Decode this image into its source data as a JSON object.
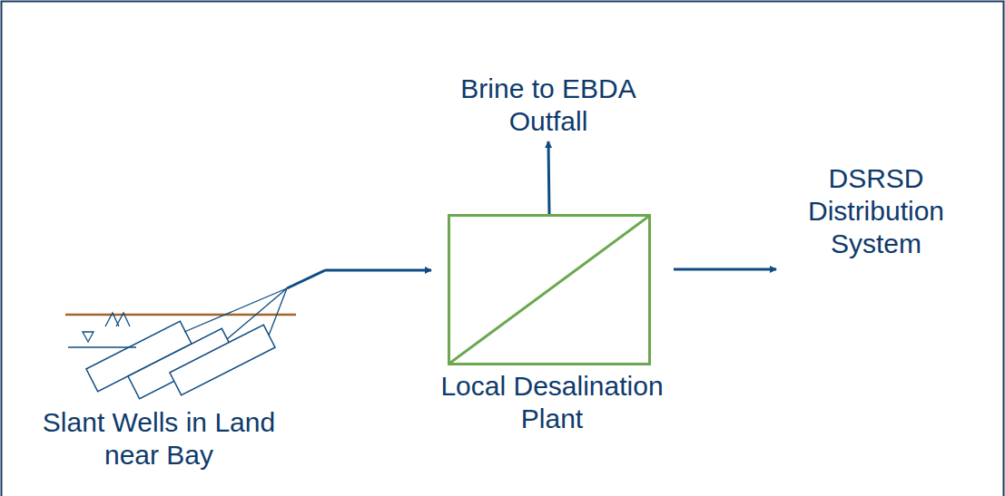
{
  "diagram": {
    "nodes": [
      {
        "text": [
          "Brine to EBDA Outfall"
        ]
      },
      {
        "text": [
          "Slant Wells in Land near Bay"
        ]
      },
      {
        "text": [
          "Local Desalination Plant"
        ]
      },
      {
        "text": [
          "DSRSD Distribution System"
        ]
      }
    ],
    "edges": [
      {
        "from": 1,
        "to": 2,
        "arrow": "to"
      },
      {
        "from": 2,
        "to": 0,
        "arrow": "to"
      },
      {
        "from": 2,
        "to": 3,
        "arrow": "to"
      }
    ]
  }
}
